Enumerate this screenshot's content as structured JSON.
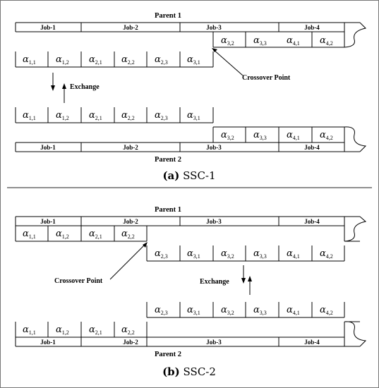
{
  "panel_a": {
    "parent1_label": "Parent 1",
    "parent2_label": "Parent 2",
    "crossover_label": "Crossover Point",
    "exchange_label": "Exchange",
    "caption_letter": "(a)",
    "caption_text": "SSC-1",
    "parent1_jobs": [
      "Job-1",
      "Job-2",
      "Job-3",
      "Job-4"
    ],
    "parent1_left_genes": [
      "1,1",
      "1,2",
      "2,1",
      "2,2",
      "2,3",
      "3,1"
    ],
    "parent1_right_genes": [
      "3,2",
      "3,3",
      "4,1",
      "4,2"
    ],
    "parent2_left_genes": [
      "1,1",
      "1,2",
      "2,1",
      "2,2",
      "2,3",
      "3,1"
    ],
    "parent2_right_genes": [
      "3,2",
      "3,3",
      "4,1",
      "4,2"
    ],
    "parent2_jobs": [
      "Job-1",
      "Job-2",
      "Job-3",
      "Job-4"
    ]
  },
  "panel_b": {
    "parent1_label": "Parent 1",
    "parent2_label": "Parent 2",
    "crossover_label": "Crossover Point",
    "exchange_label": "Exchange",
    "caption_letter": "(b)",
    "caption_text": "SSC-2",
    "parent1_jobs": [
      "Job-1",
      "Job-2",
      "Job-3",
      "Job-4"
    ],
    "parent1_left_genes": [
      "1,1",
      "1,2",
      "2,1",
      "2,2"
    ],
    "parent1_right_genes": [
      "2,3",
      "3,1",
      "3,2",
      "3,3",
      "4,1",
      "4,2"
    ],
    "parent2_right_genes": [
      "2,3",
      "3,1",
      "3,2",
      "3,3",
      "4,1",
      "4,2"
    ],
    "parent2_left_genes": [
      "1,1",
      "1,2",
      "2,1",
      "2,2"
    ],
    "parent2_jobs": [
      "Job-1",
      "Job-2",
      "Job-3",
      "Job-4"
    ]
  },
  "gene_symbol": "α"
}
